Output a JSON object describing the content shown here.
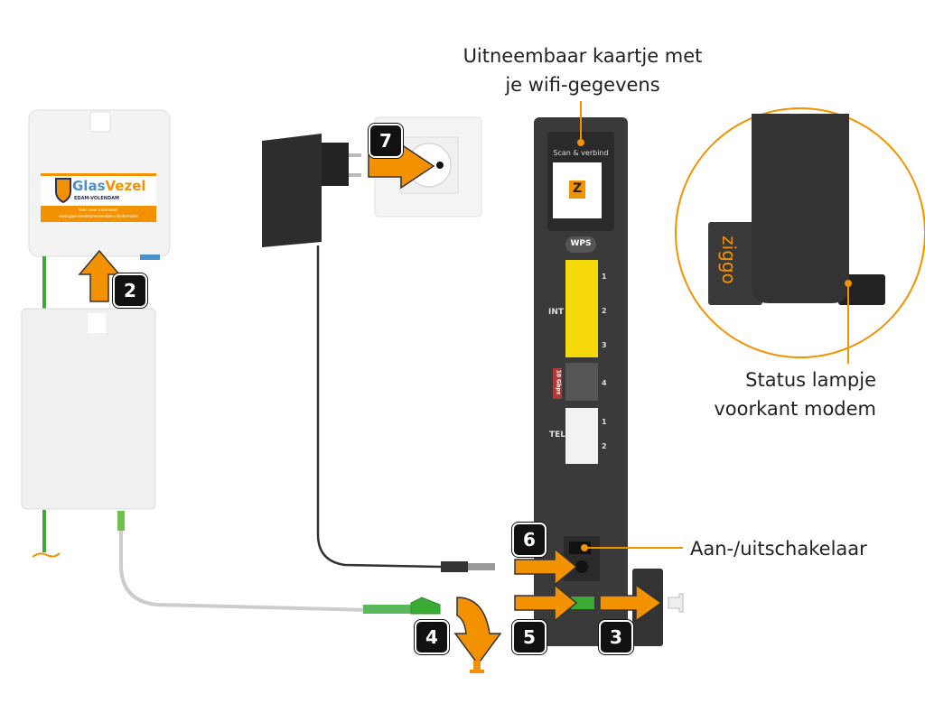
{
  "labels": {
    "wifi_card_line1": "Uitneembaar kaartje met",
    "wifi_card_line2": "je wifi-gegevens",
    "status_line1": "Status lampje",
    "status_line2": "voorkant modem",
    "power_switch": "Aan-/uitschakelaar"
  },
  "fiber_box": {
    "brand_part1": "Glas",
    "brand_part2": "Vezel",
    "region": "EDAM-VOLENDAM",
    "info_line1": "Voor meer informatie:",
    "info_line2": "www.glasvezeledamvolendam.nl/informatie"
  },
  "modem": {
    "qr_label": "Scan & verbind",
    "wps_label": "WPS",
    "int_label": "INT",
    "tel_label": "TEL",
    "speed_label": "10 Gbps",
    "int_ports": [
      "1",
      "2",
      "3"
    ],
    "port4": "4",
    "tel_ports": [
      "1",
      "2"
    ],
    "brand": "ziggo",
    "logo_letter": "Z"
  },
  "steps": {
    "s2": "2",
    "s3": "3",
    "s4": "4",
    "s5": "5",
    "s6": "6",
    "s7": "7"
  },
  "colors": {
    "accent": "#f39200",
    "modem": "#3a3a3a",
    "fiber_green": "#3aaa35",
    "int_yellow": "#f5d90a"
  }
}
